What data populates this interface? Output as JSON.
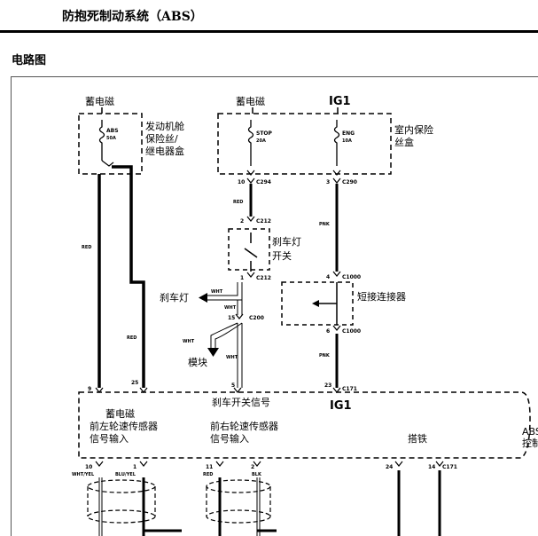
{
  "header": {
    "title": "防抱死制动系统（ABS）"
  },
  "section": {
    "title": "电路图"
  },
  "diagram": {
    "battery_left": "蓄电磁",
    "battery_mid": "蓄电磁",
    "ig1_top": "IG1",
    "engine_fuse_box": [
      "发动机舱",
      "保险丝/",
      "继电器盒"
    ],
    "interior_fuse_box": [
      "室内保险",
      "丝盒"
    ],
    "fuse_abs": [
      "ABS",
      "50A"
    ],
    "fuse_stop": [
      "STOP",
      "20A"
    ],
    "fuse_eng": [
      "ENG",
      "10A"
    ],
    "pin_10": "10",
    "conn_c294": "C294",
    "pin_3": "3",
    "conn_c290": "C290",
    "wire_red_a": "RED",
    "wire_pnk_a": "PNK",
    "pin_2": "2",
    "conn_c212a": "C212",
    "brake_switch": [
      "刹车灯",
      "开关"
    ],
    "pin_1": "1",
    "conn_c212b": "C212",
    "pin_4": "4",
    "conn_c1000a": "C1000",
    "short_connector": "短接连接器",
    "brake_light": "刹车灯",
    "wire_wht_a": "WHT",
    "wire_wht_b": "WHT",
    "pin_15": "15",
    "conn_c200": "C200",
    "wire_wht_c": "WHT",
    "module": "模块",
    "pin_6": "6",
    "conn_c1000b": "C1000",
    "wire_wht_d": "WHT",
    "wire_pnk_b": "PNK",
    "wire_red_b": "RED",
    "wire_red_c": "RED",
    "pin_9": "9",
    "pin_25": "25",
    "pin_5": "5",
    "pin_23": "23",
    "conn_c171a": "C171",
    "brake_signal": "刹车开关信号",
    "ig1_bottom": "IG1",
    "battery_bottom": "蓄电磁",
    "front_left_sensor": [
      "前左轮速传感器",
      "信号输入"
    ],
    "front_right_sensor": [
      "前右轮速传感器",
      "信号输入"
    ],
    "ground": "搭铁",
    "abs_control": [
      "ABS",
      "控制"
    ],
    "pin_10b": "10",
    "pin_1b": "1",
    "pin_11": "11",
    "pin_2b": "2",
    "pin_24": "24",
    "pin_14": "14",
    "conn_c171b": "C171",
    "wire_whtyel": "WHT/YEL",
    "wire_bluyel": "BLU/YEL",
    "wire_red_d": "RED",
    "wire_blk": "BLK"
  }
}
